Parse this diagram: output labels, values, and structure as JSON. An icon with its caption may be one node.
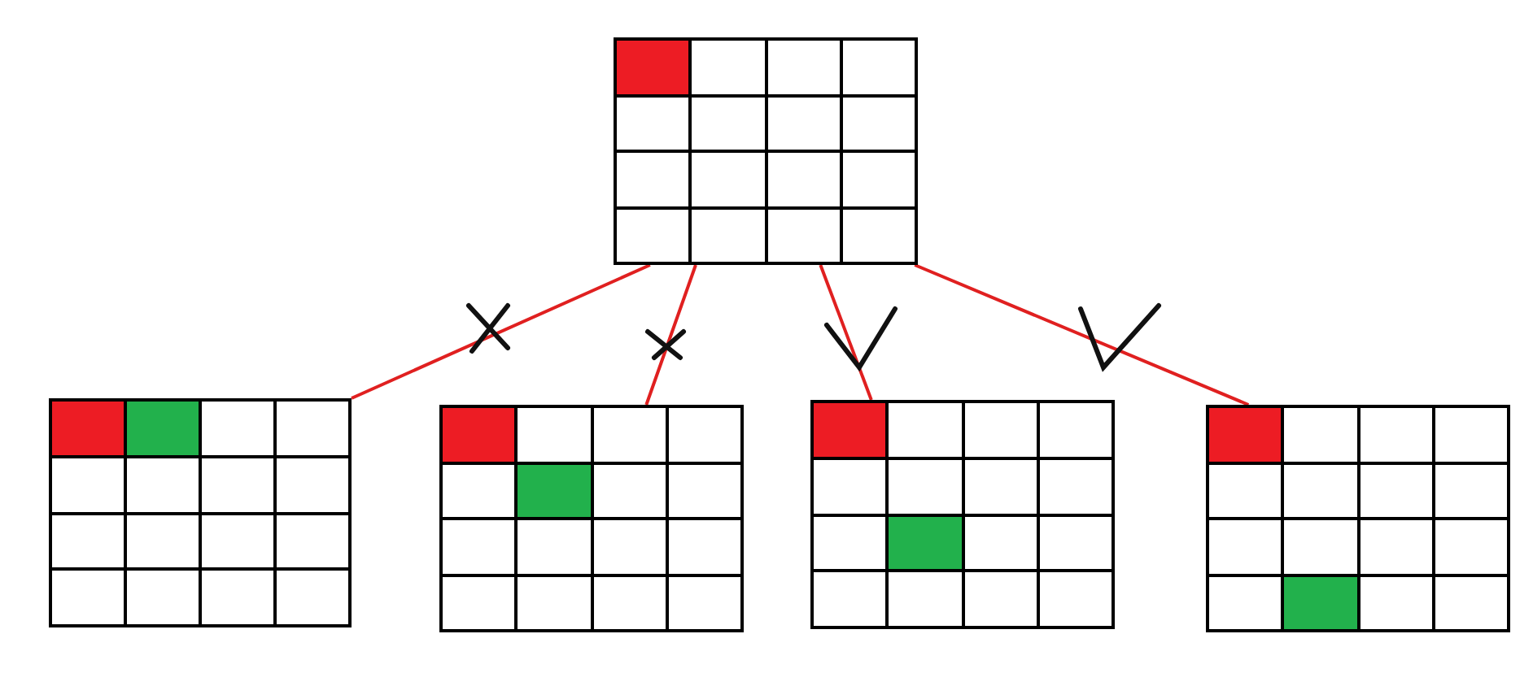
{
  "diagram": {
    "nodes": [
      {
        "text": [],
        "shape": "grid"
      },
      {
        "text": [],
        "shape": "grid"
      },
      {
        "text": [],
        "shape": "grid"
      },
      {
        "text": [],
        "shape": "grid"
      },
      {
        "text": [],
        "shape": "grid"
      }
    ],
    "edges": [
      {
        "from": 0,
        "to": 1,
        "arrow": "none"
      },
      {
        "from": 0,
        "to": 2,
        "arrow": "none"
      },
      {
        "from": 0,
        "to": 3,
        "arrow": "none"
      },
      {
        "from": 0,
        "to": 4,
        "arrow": "none"
      }
    ]
  }
}
